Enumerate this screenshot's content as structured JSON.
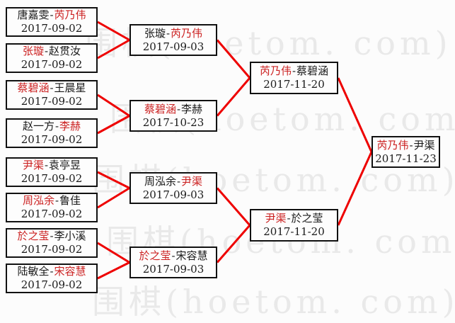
{
  "separator": "-",
  "watermark": {
    "text": "围棋(hoetom. com)",
    "color": "#e9e9e9"
  },
  "bracket": {
    "line_color": "#ee0000",
    "winner_color": "#cc2222",
    "rounds": [
      {
        "matches": [
          {
            "p1": "唐嘉雯",
            "p2": "芮乃伟",
            "winner": "p2",
            "date": "2017-09-02"
          },
          {
            "p1": "张璇",
            "p2": "赵贯汝",
            "winner": "p1",
            "date": "2017-09-02"
          },
          {
            "p1": "蔡碧涵",
            "p2": "王晨星",
            "winner": "p1",
            "date": "2017-09-02"
          },
          {
            "p1": "赵一方",
            "p2": "李赫",
            "winner": "p2",
            "date": "2017-09-02"
          },
          {
            "p1": "尹渠",
            "p2": "袁亭昱",
            "winner": "p1",
            "date": "2017-09-02"
          },
          {
            "p1": "周泓余",
            "p2": "鲁佳",
            "winner": "p1",
            "date": "2017-09-02"
          },
          {
            "p1": "於之莹",
            "p2": "李小溪",
            "winner": "p1",
            "date": "2017-09-02"
          },
          {
            "p1": "陆敏全",
            "p2": "宋容慧",
            "winner": "p2",
            "date": "2017-09-02"
          }
        ]
      },
      {
        "matches": [
          {
            "p1": "张璇",
            "p2": "芮乃伟",
            "winner": "p2",
            "date": "2017-09-03"
          },
          {
            "p1": "蔡碧涵",
            "p2": "李赫",
            "winner": "p1",
            "date": "2017-10-23"
          },
          {
            "p1": "周泓余",
            "p2": "尹渠",
            "winner": "p2",
            "date": "2017-09-03"
          },
          {
            "p1": "於之莹",
            "p2": "宋容慧",
            "winner": "p1",
            "date": "2017-09-03"
          }
        ]
      },
      {
        "matches": [
          {
            "p1": "芮乃伟",
            "p2": "蔡碧涵",
            "winner": "p1",
            "date": "2017-11-20"
          },
          {
            "p1": "尹渠",
            "p2": "於之莹",
            "winner": "p1",
            "date": "2017-11-20"
          }
        ]
      },
      {
        "matches": [
          {
            "p1": "芮乃伟",
            "p2": "尹渠",
            "winner": "p1",
            "date": "2017-11-23"
          }
        ]
      }
    ]
  }
}
